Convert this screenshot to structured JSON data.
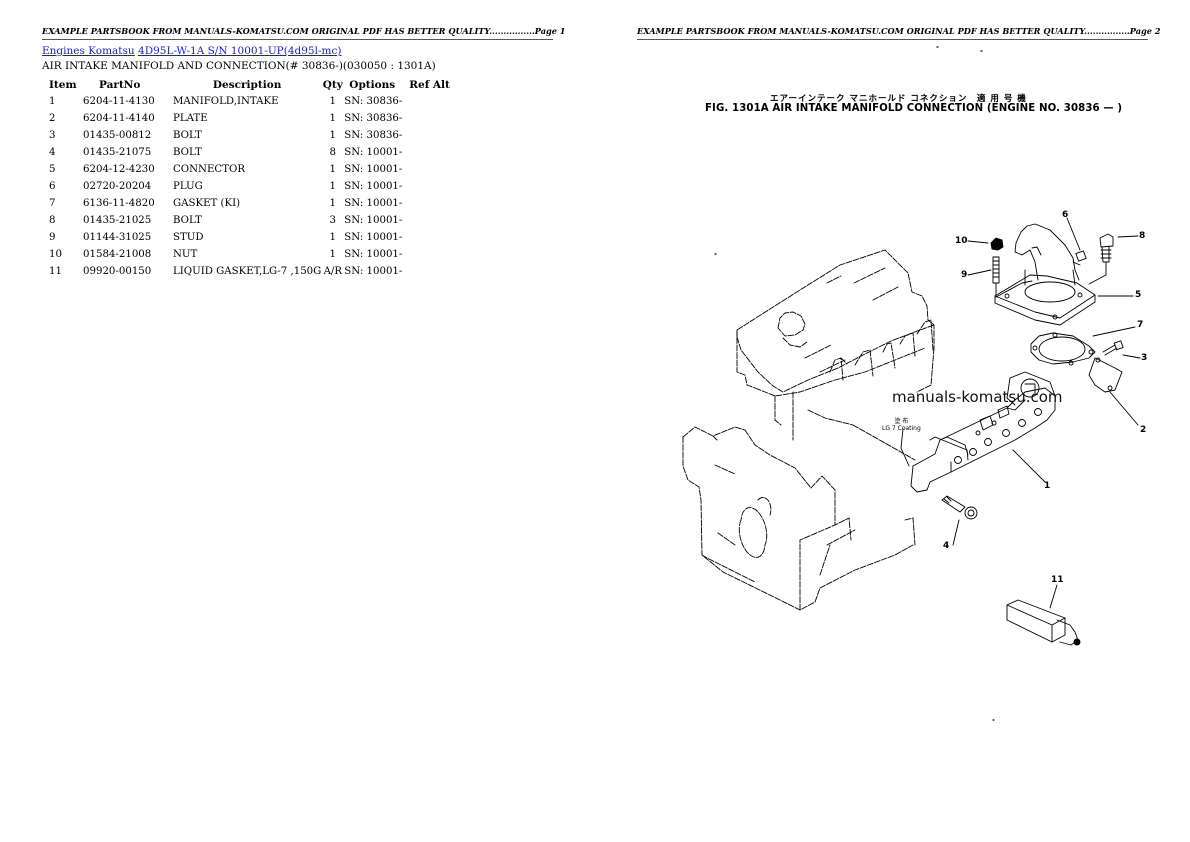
{
  "pages": [
    {
      "header": "EXAMPLE PARTSBOOK FROM MANUALS-KOMATSU.COM ORIGINAL PDF HAS BETTER QUALITY................Page 1",
      "breadcrumb": {
        "link1": "Engines Komatsu",
        "link2": "4D95L-W-1A S/N 10001-UP(4d95l-mc)"
      },
      "section_title": "AIR INTAKE MANIFOLD AND CONNECTION(# 30836-)(030050 : 1301A)",
      "table": {
        "headers": [
          "Item",
          "PartNo",
          "Description",
          "Qty",
          "Options",
          "Ref Alt"
        ],
        "rows": [
          {
            "item": "1",
            "part_no": "6204-11-4130",
            "description": "MANIFOLD,INTAKE",
            "qty": "1",
            "options": "SN: 30836-",
            "ref_alt": ""
          },
          {
            "item": "2",
            "part_no": "6204-11-4140",
            "description": "PLATE",
            "qty": "1",
            "options": "SN: 30836-",
            "ref_alt": ""
          },
          {
            "item": "3",
            "part_no": "01435-00812",
            "description": "BOLT",
            "qty": "1",
            "options": "SN: 30836-",
            "ref_alt": ""
          },
          {
            "item": "4",
            "part_no": "01435-21075",
            "description": "BOLT",
            "qty": "8",
            "options": "SN: 10001-",
            "ref_alt": ""
          },
          {
            "item": "5",
            "part_no": "6204-12-4230",
            "description": "CONNECTOR",
            "qty": "1",
            "options": "SN: 10001-",
            "ref_alt": ""
          },
          {
            "item": "6",
            "part_no": "02720-20204",
            "description": "PLUG",
            "qty": "1",
            "options": "SN: 10001-",
            "ref_alt": ""
          },
          {
            "item": "7",
            "part_no": "6136-11-4820",
            "description": "GASKET (KI)",
            "qty": "1",
            "options": "SN: 10001-",
            "ref_alt": ""
          },
          {
            "item": "8",
            "part_no": "01435-21025",
            "description": "BOLT",
            "qty": "3",
            "options": "SN: 10001-",
            "ref_alt": ""
          },
          {
            "item": "9",
            "part_no": "01144-31025",
            "description": "STUD",
            "qty": "1",
            "options": "SN: 10001-",
            "ref_alt": ""
          },
          {
            "item": "10",
            "part_no": "01584-21008",
            "description": "NUT",
            "qty": "1",
            "options": "SN: 10001-",
            "ref_alt": ""
          },
          {
            "item": "11",
            "part_no": "09920-00150",
            "description": "LIQUID GASKET,LG-7 ,150G",
            "qty": "A/R",
            "options": "SN: 10001-",
            "ref_alt": ""
          }
        ]
      }
    },
    {
      "header": "EXAMPLE PARTSBOOK FROM MANUALS-KOMATSU.COM ORIGINAL PDF HAS BETTER QUALITY................Page 2",
      "figure": {
        "title_jp": "エアーインテーク マニホールド コネクション　適 用 号 機",
        "title": "FIG. 1301A AIR INTAKE MANIFOLD CONNECTION (ENGINE NO. 30836 — )",
        "watermark": "manuals-komatsu.com",
        "note_jp": "塗 布",
        "note": "LG 7  Coating",
        "callouts": [
          "1",
          "2",
          "3",
          "4",
          "5",
          "6",
          "7",
          "8",
          "9",
          "10",
          "11"
        ]
      }
    }
  ],
  "colors": {
    "link": "#1a1ad6",
    "text": "#000000",
    "rule": "#555555"
  }
}
